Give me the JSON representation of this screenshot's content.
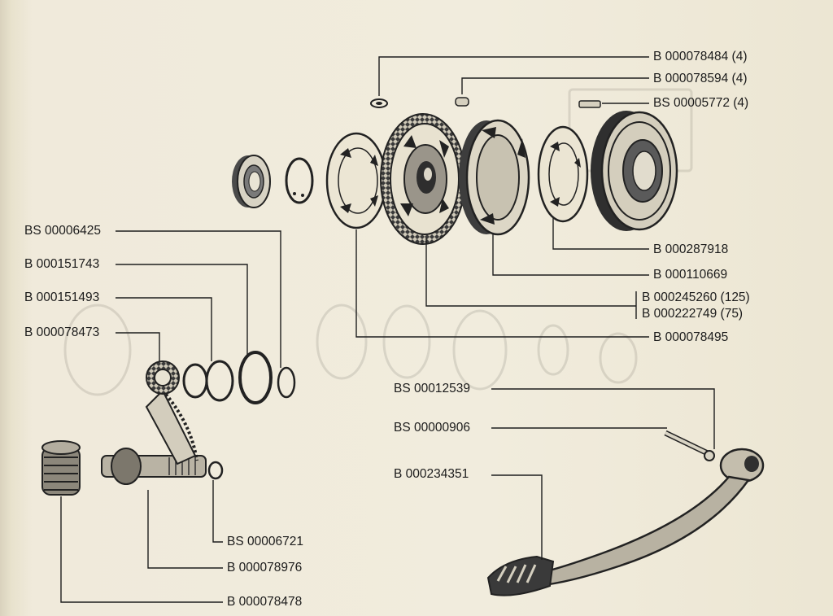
{
  "labels": {
    "b_000078484": "B 000078484 (4)",
    "b_000078594": "B 000078594 (4)",
    "bs_00005772": "BS 00005772 (4)",
    "b_000287918": "B 000287918",
    "b_000110669": "B 000110669",
    "b_000245260": "B 000245260 (125)",
    "b_000222749": "B 000222749 (75)",
    "b_000078495": "B 000078495",
    "bs_00006425": "BS 00006425",
    "b_000151743": "B 000151743",
    "b_000151493": "B 000151493",
    "b_000078473": "B 000078473",
    "bs_00012539": "BS 00012539",
    "bs_00000906": "BS 00000906",
    "b_000234351": "B 000234351",
    "bs_00006721": "BS 00006721",
    "b_000078976": "B 000078976",
    "b_000078478": "B 000078478"
  }
}
